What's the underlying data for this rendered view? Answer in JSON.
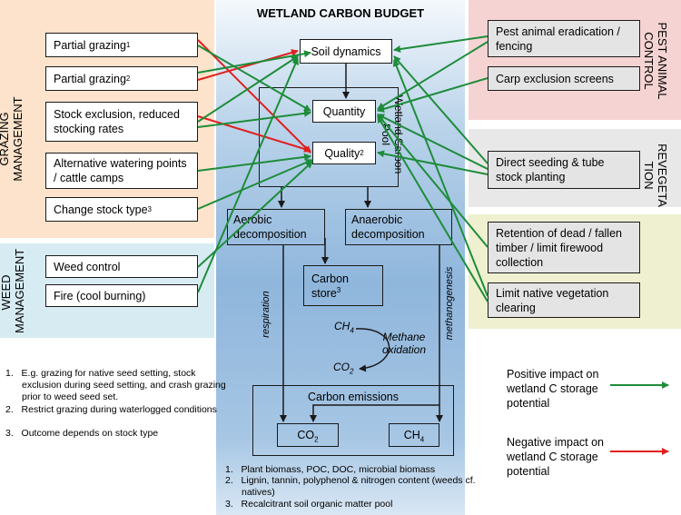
{
  "title": "WETLAND CARBON BUDGET",
  "sections": {
    "grazing": "GRAZING\nMANAGEMENT",
    "weed": "WEED\nMANAGEMENT",
    "pest": "PEST ANIMAL\nCONTROL",
    "reveg": "REVEGETA\nTION"
  },
  "grazing_boxes": [
    {
      "text": "Partial grazing",
      "sup": "1"
    },
    {
      "text": "Partial grazing",
      "sup": "2"
    },
    {
      "text": "Stock exclusion, reduced stocking rates",
      "sup": ""
    },
    {
      "text": "Alternative watering points / cattle camps",
      "sup": ""
    },
    {
      "text": "Change stock type",
      "sup": "3"
    }
  ],
  "weed_boxes": [
    "Weed control",
    "Fire (cool burning)"
  ],
  "pest_boxes": [
    "Pest animal eradication / fencing",
    "Carp exclusion screens"
  ],
  "reveg_box": "Direct seeding & tube stock planting",
  "other_boxes": [
    "Retention of dead / fallen timber / limit firewood collection",
    "Limit native vegetation clearing"
  ],
  "center": {
    "soil_dynamics": "Soil dynamics",
    "quantity": "Quantity",
    "quality": "Quality",
    "quality_sup": "2",
    "pool_label": "Wetland Carbon Pool",
    "aerobic": "Aerobic decomposition",
    "anaerobic": "Anaerobic decomposition",
    "carbon_store": "Carbon store",
    "carbon_store_sup": "3",
    "ch4": "CH",
    "methane_oxidation": "Methane oxidation",
    "co2": "CO",
    "respiration": "respiration",
    "methanogenesis": "methanogenesis",
    "carbon_emissions": "Carbon emissions",
    "emission_co2": "CO",
    "emission_ch4": "CH",
    "sub_2": "2",
    "sub_4": "4"
  },
  "left_notes": [
    "E.g. grazing for native seed setting, stock exclusion during seed setting, and crash grazing prior to weed seed set.",
    "Restrict grazing during waterlogged conditions",
    "Outcome depends on stock type"
  ],
  "center_notes": [
    "Plant biomass, POC, DOC, microbial biomass",
    "Lignin, tannin, polyphenol & nitrogen content (weeds cf. natives)",
    "Recalcitrant soil organic matter pool"
  ],
  "legend": {
    "positive": "Positive impact on wetland C storage potential",
    "negative": "Negative impact on wetland C storage potential",
    "positive_color": "#1e8c3a",
    "negative_color": "#e02020"
  },
  "colors": {
    "grazing_bg": "#fde3cc",
    "weed_bg": "#d7ebf2",
    "pest_bg": "#f6d3d3",
    "reveg_bg": "#e8e8e8",
    "other_bg": "#eef0cf"
  }
}
